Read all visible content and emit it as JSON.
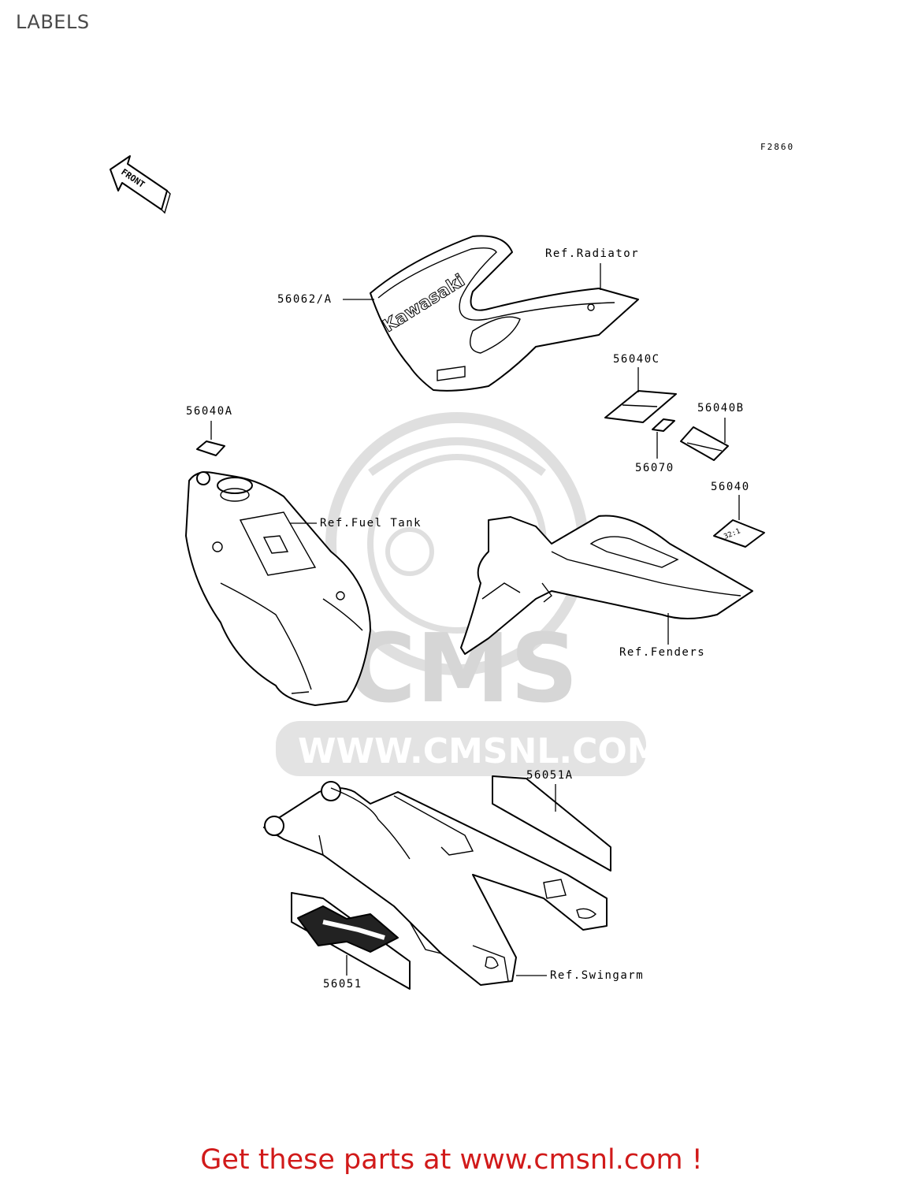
{
  "page": {
    "title": "LABELS"
  },
  "figure": {
    "id": "F2860",
    "front_arrow": "FRONT"
  },
  "callouts": {
    "c56062A": "56062/A",
    "refRadiator": "Ref.Radiator",
    "c56040C": "56040C",
    "c56040B": "56040B",
    "c56070": "56070",
    "c56040": "56040",
    "c56040A": "56040A",
    "refFuelTank": "Ref.Fuel Tank",
    "refFenders": "Ref.Fenders",
    "c56051A": "56051A",
    "c56051": "56051",
    "refSwingarm": "Ref.Swingarm"
  },
  "decals": {
    "shroud_logo": "Kawasaki",
    "ratio_label": "32:1"
  },
  "watermark": {
    "brand": "CMS",
    "url": "WWW.CMSNL.COM"
  },
  "footer": {
    "text": "Get these parts at www.cmsnl.com !"
  },
  "colors": {
    "footer": "#d11a1a",
    "watermark": "#d6d6d6"
  }
}
